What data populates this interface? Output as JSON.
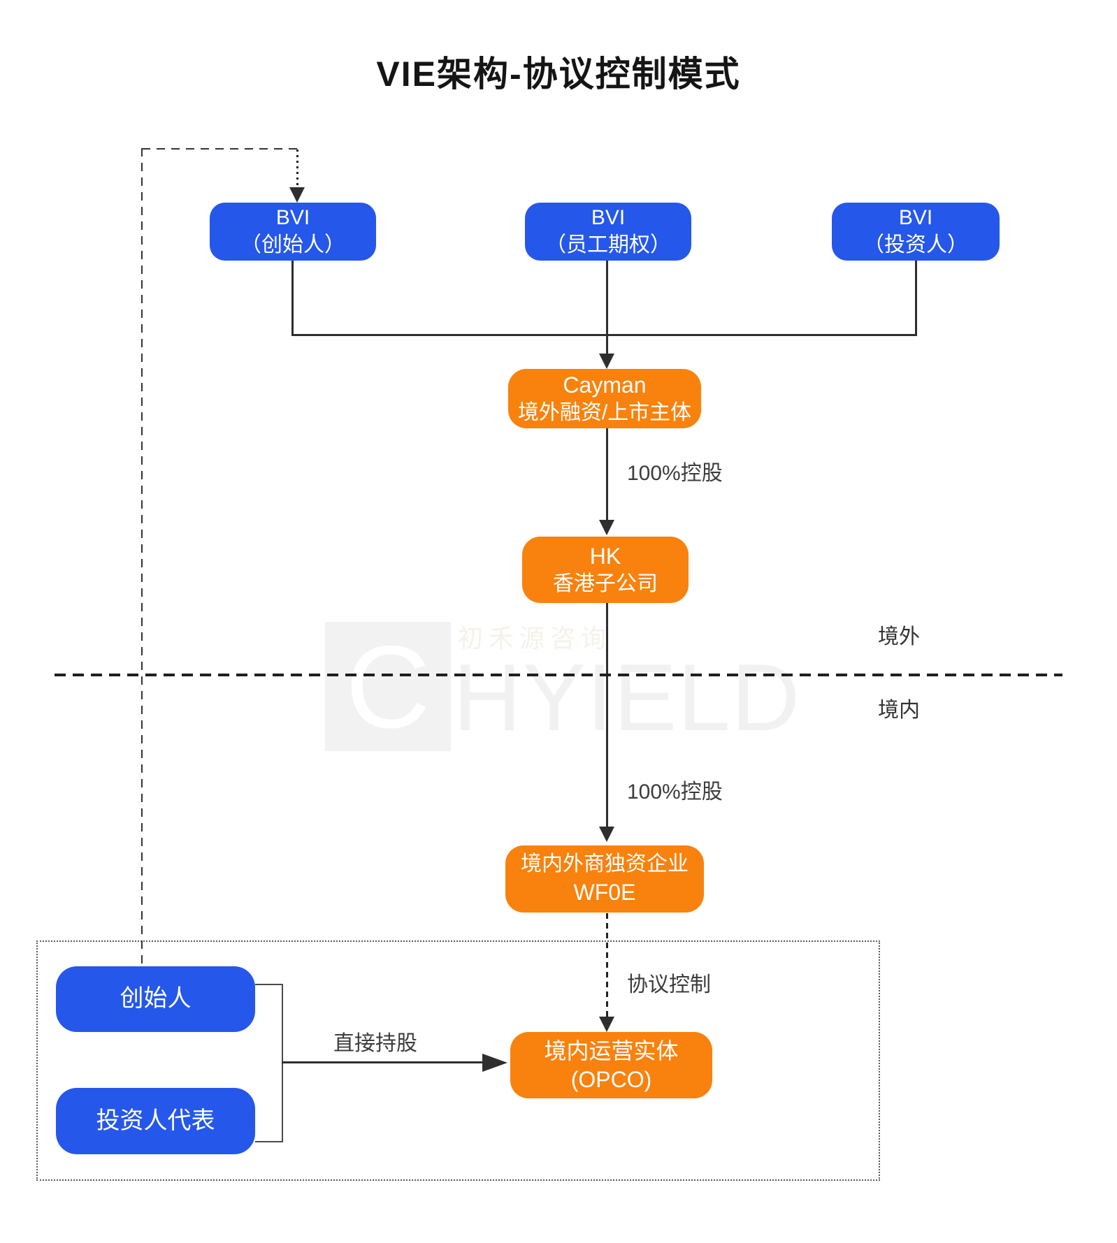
{
  "title": "VIE架构-协议控制模式",
  "nodes": {
    "bvi_founder": {
      "line1": "BVI",
      "line2": "（创始人）"
    },
    "bvi_esop": {
      "line1": "BVI",
      "line2": "（员工期权）"
    },
    "bvi_investor": {
      "line1": "BVI",
      "line2": "（投资人）"
    },
    "cayman": {
      "line1": "Cayman",
      "line2": "境外融资/上市主体"
    },
    "hk": {
      "line1": "HK",
      "line2": "香港子公司"
    },
    "wfoe": {
      "line1": "境内外商独资企业",
      "line2": "WF0E"
    },
    "opco": {
      "line1": "境内运营实体",
      "line2": "(OPCO)"
    },
    "founder": {
      "label": "创始人"
    },
    "investor_rep": {
      "label": "投资人代表"
    }
  },
  "edge_labels": {
    "holding_1": "100%控股",
    "holding_2": "100%控股",
    "vie_control": "协议控制",
    "direct_holding": "直接持股"
  },
  "region_labels": {
    "offshore": "境外",
    "onshore": "境内"
  },
  "watermark": {
    "logo_letter": "C",
    "company_cn": "初禾源咨询",
    "brand": "HYIELD"
  },
  "colors": {
    "node_blue": "#2557EA",
    "node_orange": "#F8820D",
    "line": "#2E2E2E",
    "title_text": "#151515",
    "watermark_gray": "#F1F1F1"
  }
}
